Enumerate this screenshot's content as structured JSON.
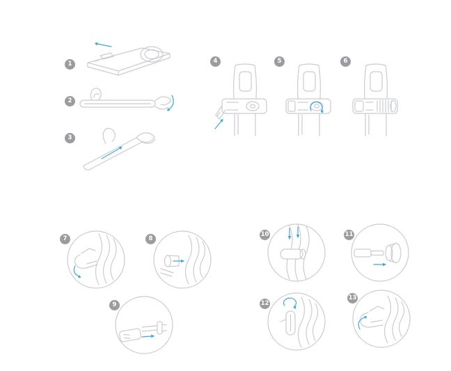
{
  "colors": {
    "page_bg": "#ffffff",
    "line": "#c9ccd1",
    "badge_fill": "#9a9c9f",
    "badge_text": "#ffffff",
    "arrow": "#3fa7d6"
  },
  "steps": [
    {
      "number": "1"
    },
    {
      "number": "2"
    },
    {
      "number": "3"
    },
    {
      "number": "4"
    },
    {
      "number": "5"
    },
    {
      "number": "6"
    },
    {
      "number": "7"
    },
    {
      "number": "8"
    },
    {
      "number": "9"
    },
    {
      "number": "10"
    },
    {
      "number": "11"
    },
    {
      "number": "12"
    },
    {
      "number": "13"
    }
  ]
}
